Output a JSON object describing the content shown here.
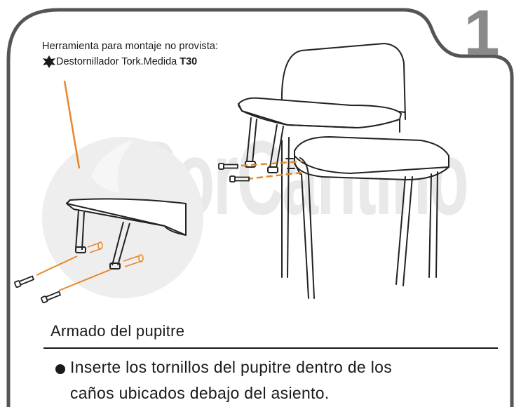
{
  "step_number": "1",
  "tool_note": {
    "line1": "Herramienta para montaje no provista:",
    "tool_name": "Destornillador Tork.Medida ",
    "tool_size": "T30"
  },
  "watermark": "PorCantino",
  "section": {
    "heading": "Armado del pupitre",
    "instruction_line1": "Inserte los tornillos del pupitre dentro de los",
    "instruction_line2": "caños ubicados debajo del asiento."
  },
  "colors": {
    "frame": "#555555",
    "accent_orange": "#e8862a",
    "step_number": "#8a8a8a",
    "watermark": "#e9e9e9"
  },
  "icons": [
    "torx-star-icon",
    "screw-icon"
  ]
}
